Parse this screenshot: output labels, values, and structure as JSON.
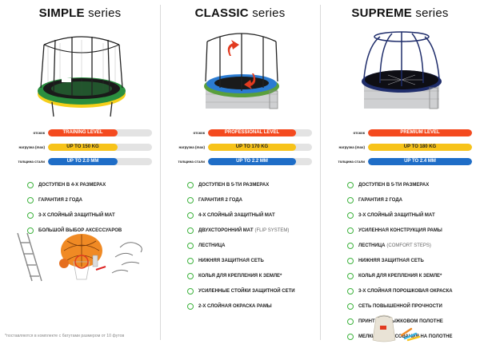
{
  "columns": [
    {
      "title_bold": "SIMPLE",
      "title_light": "series",
      "specs": [
        {
          "label": "отскок",
          "value": "TRAINING LEVEL",
          "fill": 0.67,
          "color": "#f44a1f"
        },
        {
          "label": "нагрузка (max)",
          "value": "UP TO 150 KG",
          "fill": 0.67,
          "color": "#f7c31a"
        },
        {
          "label": "толщина стали",
          "value": "UP TO 2.0 MM",
          "fill": 0.67,
          "color": "#1e6dc7"
        }
      ],
      "features": [
        {
          "text": "ДОСТУПЕН В 4-Х РАЗМЕРАХ"
        },
        {
          "text": "ГАРАНТИЯ 2 ГОДА"
        },
        {
          "text": "3-Х СЛОЙНЫЙ ЗАЩИТНЫЙ МАТ"
        },
        {
          "text": "БОЛЬШОЙ ВЫБОР АКСЕССУАРОВ"
        }
      ],
      "mat_color": "#29b34a"
    },
    {
      "title_bold": "CLASSIC",
      "title_light": "series",
      "specs": [
        {
          "label": "отскок",
          "value": "PROFESSIONAL LEVEL",
          "fill": 0.85,
          "color": "#f44a1f"
        },
        {
          "label": "нагрузка (max)",
          "value": "UP TO 170 KG",
          "fill": 0.85,
          "color": "#f7c31a"
        },
        {
          "label": "толщина стали",
          "value": "UP TO 2.2 MM",
          "fill": 0.85,
          "color": "#1e6dc7"
        }
      ],
      "features": [
        {
          "text": "ДОСТУПЕН В 5-ТИ РАЗМЕРАХ"
        },
        {
          "text": "ГАРАНТИЯ 2 ГОДА"
        },
        {
          "text": "4-Х СЛОЙНЫЙ ЗАЩИТНЫЙ МАТ"
        },
        {
          "text": "ДВУХСТОРОННИЙ МАТ",
          "note": "(FLIP SYSTEM)"
        },
        {
          "text": "ЛЕСТНИЦА"
        },
        {
          "text": "НИЖНЯЯ ЗАЩИТНАЯ СЕТЬ"
        },
        {
          "text": "КОЛЬЯ ДЛЯ КРЕПЛЕНИЯ К ЗЕМЛЕ*"
        },
        {
          "text": "УСИЛЕННЫЕ СТОЙКИ ЗАЩИТНОЙ СЕТИ"
        },
        {
          "text": "2-Х СЛОЙНАЯ ОКРАСКА РАМЫ"
        }
      ],
      "mat_color": "#2b7bd1"
    },
    {
      "title_bold": "SUPREME",
      "title_light": "series",
      "specs": [
        {
          "label": "отскок",
          "value": "PREMIUM LEVEL",
          "fill": 1.0,
          "color": "#f44a1f"
        },
        {
          "label": "нагрузка (max)",
          "value": "UP TO 180 KG",
          "fill": 1.0,
          "color": "#f7c31a"
        },
        {
          "label": "толщина стали",
          "value": "UP TO 2.4 MM",
          "fill": 1.0,
          "color": "#1e6dc7"
        }
      ],
      "features": [
        {
          "text": "ДОСТУПЕН В 5-ТИ РАЗМЕРАХ"
        },
        {
          "text": "ГАРАНТИЯ 2 ГОДА"
        },
        {
          "text": "3-Х СЛОЙНЫЙ ЗАЩИТНЫЙ МАТ"
        },
        {
          "text": "УСИЛЕННАЯ КОНСТРУКЦИЯ РАМЫ"
        },
        {
          "text": "ЛЕСТНИЦА",
          "note": "(COMFORT STEPS)"
        },
        {
          "text": "НИЖНЯЯ ЗАЩИТНАЯ СЕТЬ"
        },
        {
          "text": "КОЛЬЯ ДЛЯ КРЕПЛЕНИЯ К ЗЕМЛЕ*"
        },
        {
          "text": "3-Х СЛОЙНАЯ ПОРОШКОВАЯ ОКРАСКА"
        },
        {
          "text": "СЕТЬ ПОВЫШЕННОЙ ПРОЧНОСТИ"
        },
        {
          "text": "ПРИНТ НА ПРЫЖКОВОМ ПОЛОТНЕ"
        },
        {
          "text": "МЕЛКИ ДЛЯ РИСОВАНИЯ НА ПОЛОТНЕ"
        }
      ],
      "mat_color": "#1f2d6b"
    }
  ],
  "footer": "*поставляются в комплекте с батутами размером от 10 футов",
  "icons": {
    "bullet": "circle-check-icon"
  },
  "colors": {
    "bullet": "#3db33d",
    "separator": "#d9d9d9"
  }
}
